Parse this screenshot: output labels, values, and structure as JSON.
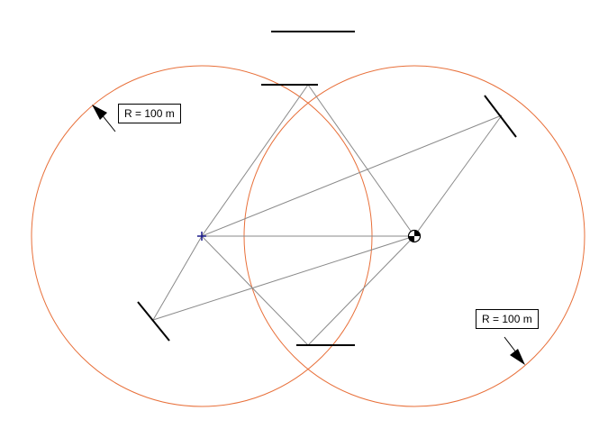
{
  "diagram": {
    "circle_color": "#e8703a",
    "line_color": "#8a8a8a",
    "bar_color": "#000000",
    "annotations": [
      {
        "text": "R = 100 m"
      },
      {
        "text": "R = 100 m"
      }
    ],
    "markers": {
      "left_center": "cross-marker",
      "right_center": "target-marker"
    }
  }
}
